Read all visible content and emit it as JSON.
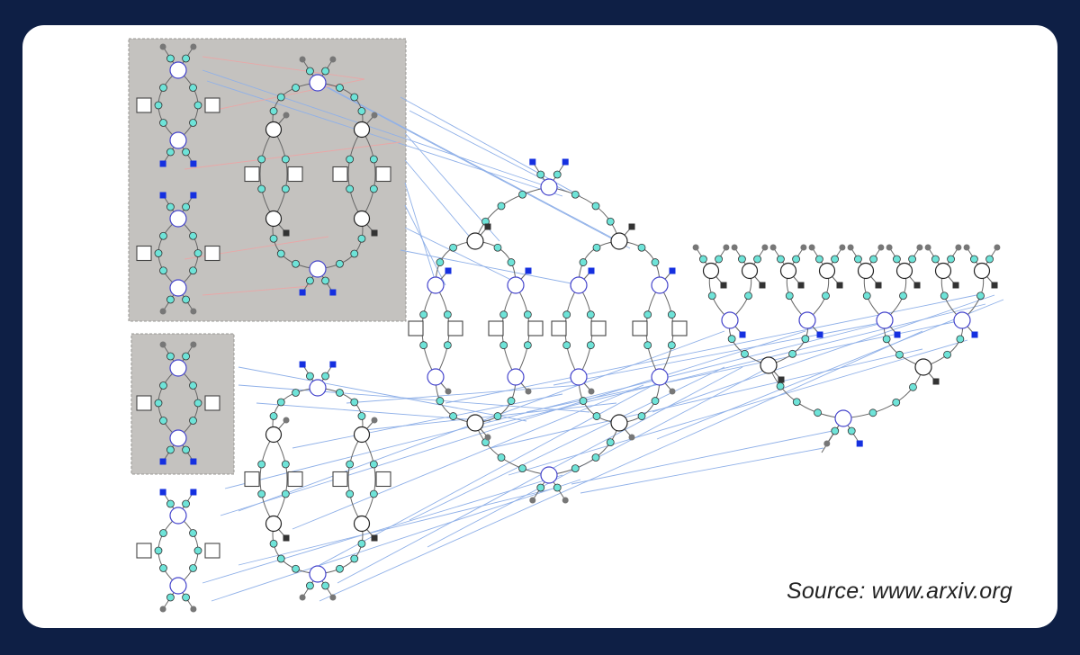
{
  "caption": {
    "source": "Source: www.arxiv.org"
  },
  "colors": {
    "page_background": "#0e1f45",
    "card_background": "#ffffff",
    "panel_fill": "#c4c2bf",
    "panel_border": "#9a9896",
    "link_line": "#8fb0e8",
    "stray_line": "#e9a7a7",
    "node_stroke": "#4444cc",
    "contraction_stroke": "#222222",
    "leg_marker": "#6ee3d8",
    "open_index_blue": "#1530e0",
    "open_index_black": "#333333",
    "terminal_grey": "#777777",
    "edge": "#666666"
  },
  "icons": {
    "tensor_node": "circle-outline",
    "operator_box": "square-outline",
    "leg_marker": "small-cyan-circle",
    "open_index": "small-filled-square",
    "terminal": "small-grey-dot"
  }
}
